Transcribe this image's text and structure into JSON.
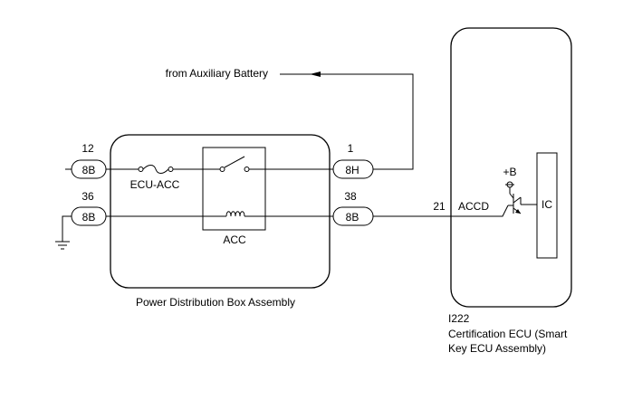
{
  "feed_label": "from Auxiliary Battery",
  "pdb": {
    "name": "Power Distribution Box Assembly",
    "fuse_label": "ECU-ACC",
    "relay_label": "ACC"
  },
  "connectors": {
    "left_top": {
      "pin": "12",
      "id": "8B"
    },
    "left_bottom": {
      "pin": "36",
      "id": "8B"
    },
    "right_top": {
      "pin": "1",
      "id": "8H"
    },
    "right_bottom": {
      "pin": "38",
      "id": "8B"
    }
  },
  "ecu": {
    "code": "I222",
    "name_line1": "Certification ECU (Smart",
    "name_line2": "Key ECU Assembly)",
    "pin": "21",
    "signal": "ACCD",
    "supply": "+B",
    "ic_label": "IC"
  }
}
